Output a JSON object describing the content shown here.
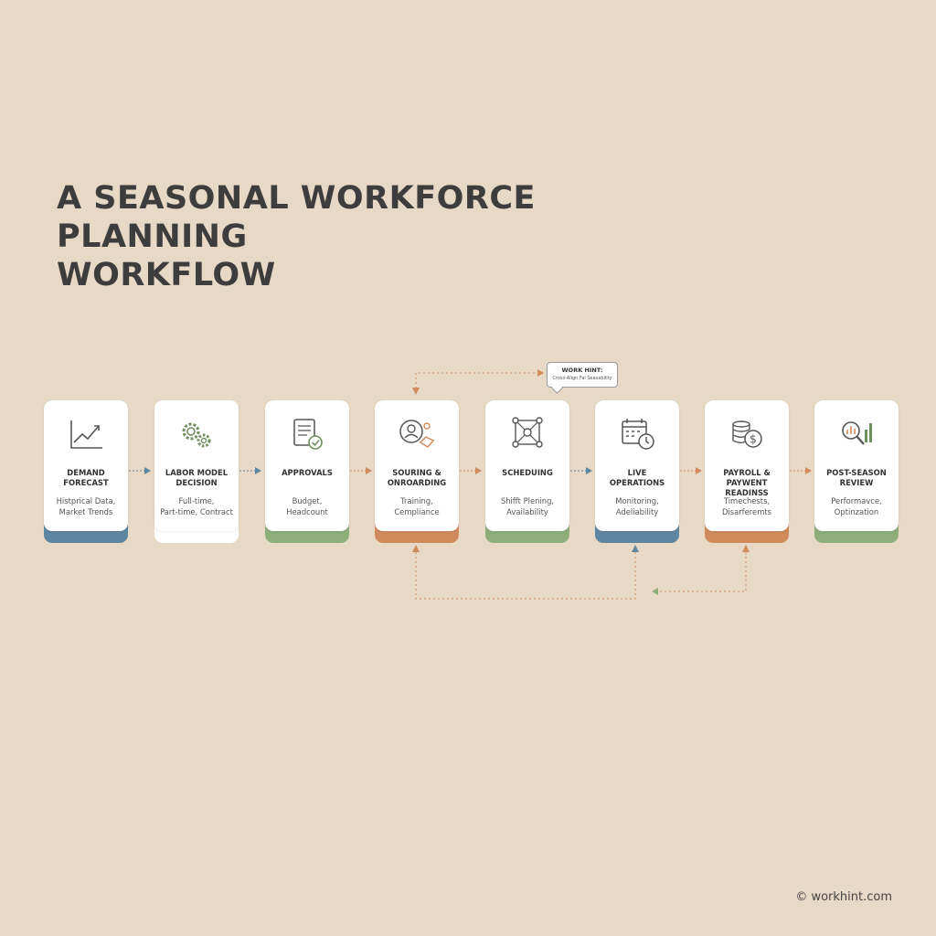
{
  "title_lines": [
    "A SEASONAL WORKFORCE PLANNING",
    "WORKFLOW"
  ],
  "steps": [
    {
      "title": "DEMAND\nFORECAST",
      "desc": "Histprical Data,\nMarket Trends",
      "color": "#5d87a1",
      "icon": "line-chart-icon"
    },
    {
      "title": "LABOR MODEL\nDECISION",
      "desc": "Full-time,\nPart-time, Contract",
      "color": "#ffffff",
      "icon": "gears-icon"
    },
    {
      "title": "APPROVALS",
      "desc": "Budget,\nHeadcount",
      "color": "#8eae7b",
      "icon": "approved-document-icon"
    },
    {
      "title": "SOURING &\nONROARDING",
      "desc": "Training,\nCempliance",
      "color": "#d08a5c",
      "icon": "people-handshake-icon"
    },
    {
      "title": "SCHEDUING",
      "desc": "Shifft Plening,\nAvailability",
      "color": "#8eae7b",
      "icon": "network-nodes-icon"
    },
    {
      "title": "LIVE\nOPERATIONS",
      "desc": "Monitoring,\nAdeliability",
      "color": "#5d87a1",
      "icon": "calendar-clock-icon"
    },
    {
      "title": "PAYROLL &\nPAYWENT READINSS",
      "desc": "Timechests,\nDisarferemts",
      "color": "#d08a5c",
      "icon": "coins-icon"
    },
    {
      "title": "POST-SEASON\nREVIEW",
      "desc": "Performavce,\nOptinzation",
      "color": "#8eae7b",
      "icon": "magnifier-chart-icon"
    }
  ],
  "callout": {
    "title": "WORK HINT:",
    "text": "Cross-Align Fal Seasability"
  },
  "footer": "© workhint.com",
  "colors": {
    "background": "#e8d8c6",
    "blue": "#5d87a1",
    "green": "#8eae7b",
    "orange": "#d08a5c"
  }
}
